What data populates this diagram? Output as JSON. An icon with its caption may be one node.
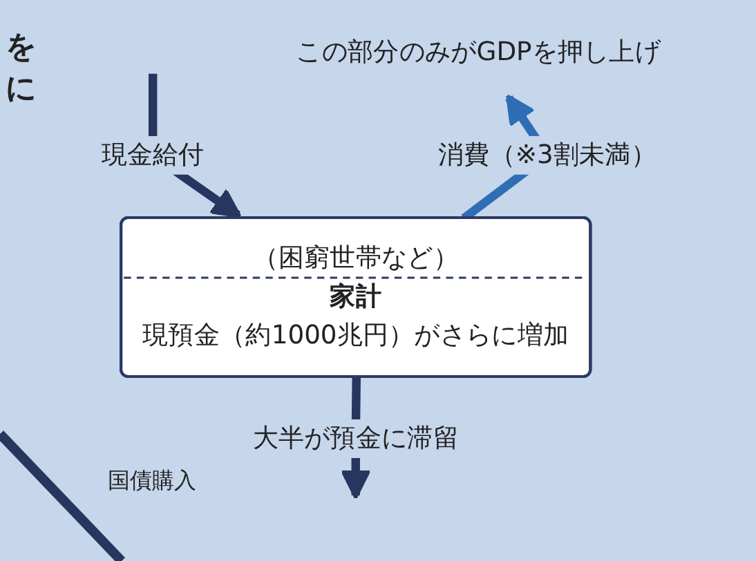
{
  "diagram": {
    "nodes": [
      {
        "text": [
          "この部分のみがGDPを押し上げ"
        ]
      },
      {
        "text": [
          "（困窮世帯など）",
          "家計",
          "現預金（約1000兆円）がさらに増加"
        ]
      }
    ],
    "edges": [
      {
        "from": 1,
        "to": 0,
        "arrow": "to",
        "label": "消費（※3割未満）",
        "color": "#2f6db5"
      },
      {
        "from": null,
        "to": 1,
        "arrow": "to",
        "label": "現金給付"
      },
      {
        "from": 1,
        "to": null,
        "arrow": "to",
        "label": "大半が預金に滞留"
      }
    ],
    "labels": [
      "を",
      "に",
      "国債購入"
    ]
  }
}
